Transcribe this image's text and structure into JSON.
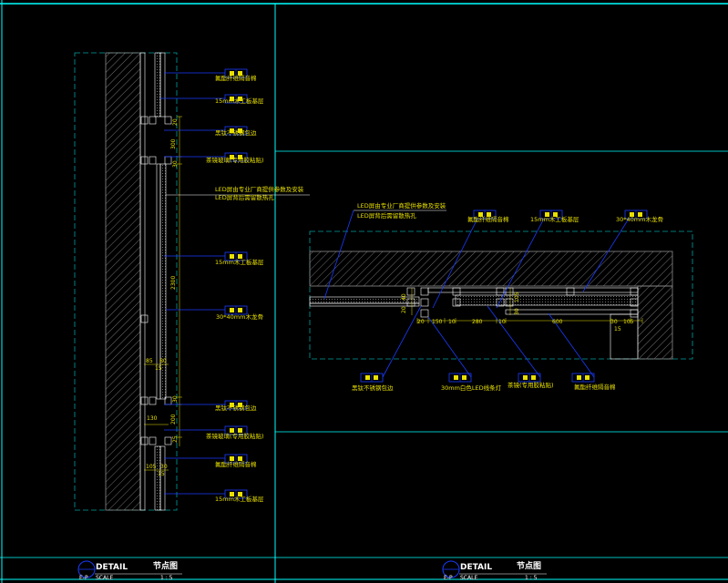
{
  "left_detail": {
    "labels": [
      "氟酯纤维隔音棉",
      "15mm木工板基层",
      "黑钛不锈钢包边",
      "茶镜玻璃(专用胶粘贴)",
      "LED屏由专业厂商提供参数及安装",
      "LED屏背后需留散热孔",
      "15mm木工板基层",
      "30*40mm木龙骨",
      "黑钛不锈钢包边",
      "茶镜玻璃(专用胶粘贴)",
      "氟酯纤维隔音棉",
      "15mm木工板基层"
    ],
    "dims": [
      "20",
      "300",
      "30",
      "2300",
      "85",
      "60",
      "15",
      "30",
      "130",
      "200",
      "25",
      "105",
      "30",
      "15"
    ],
    "title": {
      "main": "DETAIL",
      "name": "节点图",
      "code": "E-P",
      "scale_label": "SCALE",
      "scale_value": "1 : 5"
    }
  },
  "right_detail": {
    "labels": [
      "LED屏由专业厂商提供参数及安装",
      "LED屏背后需留散热孔",
      "氟酯纤维隔音棉",
      "15mm木工板基层",
      "30*40mm木龙骨",
      "黑钛不锈钢包边",
      "30mm白色LED线条灯",
      "茶镜(专用胶粘贴)",
      "氟酯纤维隔音棉"
    ],
    "dims": [
      "20",
      "150",
      "10",
      "280",
      "10",
      "600",
      "30",
      "105",
      "15",
      "40",
      "20",
      "105",
      "30"
    ],
    "title": {
      "main": "DETAIL",
      "name": "节点图",
      "code": "E-P",
      "scale_label": "SCALE",
      "scale_value": "1 : 5"
    }
  },
  "colors": {
    "frame": "#00ffff",
    "line": "#1a3cff",
    "hatch": "#8c8c8c",
    "text": "#e8e000",
    "dash": "#00a0a0"
  }
}
